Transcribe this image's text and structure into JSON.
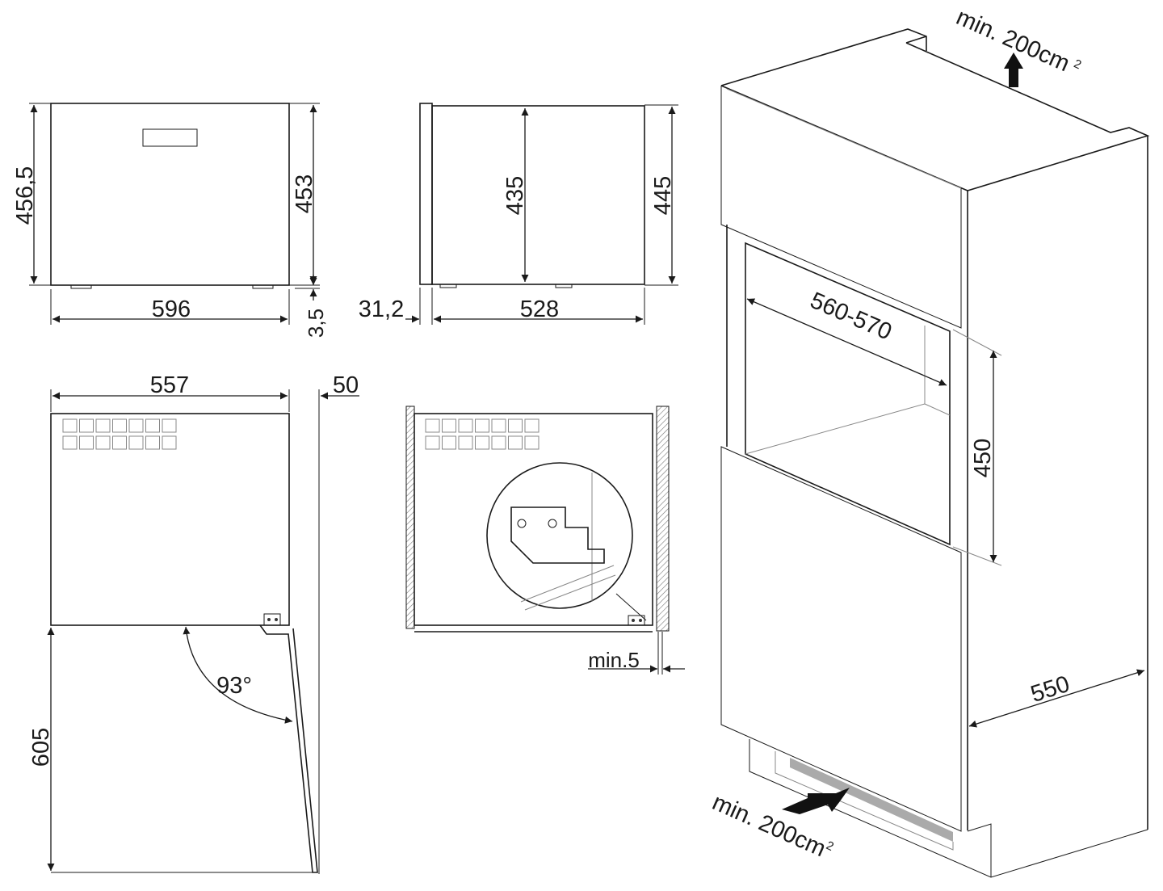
{
  "front_view": {
    "height_total": "456,5",
    "height_body": "453",
    "width": "596",
    "foot_gap": "3,5"
  },
  "side_view": {
    "height_inner": "435",
    "height_outer": "445",
    "front_offset": "31,2",
    "depth": "528"
  },
  "top_view": {
    "width": "557",
    "side_clearance": "50",
    "door_swing_depth": "605",
    "door_angle": "93°"
  },
  "installation_detail": {
    "min_gap": "min.5"
  },
  "cabinet": {
    "vent_top": "min. 200cm",
    "vent_top_sup": "2",
    "vent_bottom": "min. 200cm",
    "vent_bottom_sup": "2",
    "niche_width": "560-570",
    "niche_height": "450",
    "niche_depth": "550"
  }
}
